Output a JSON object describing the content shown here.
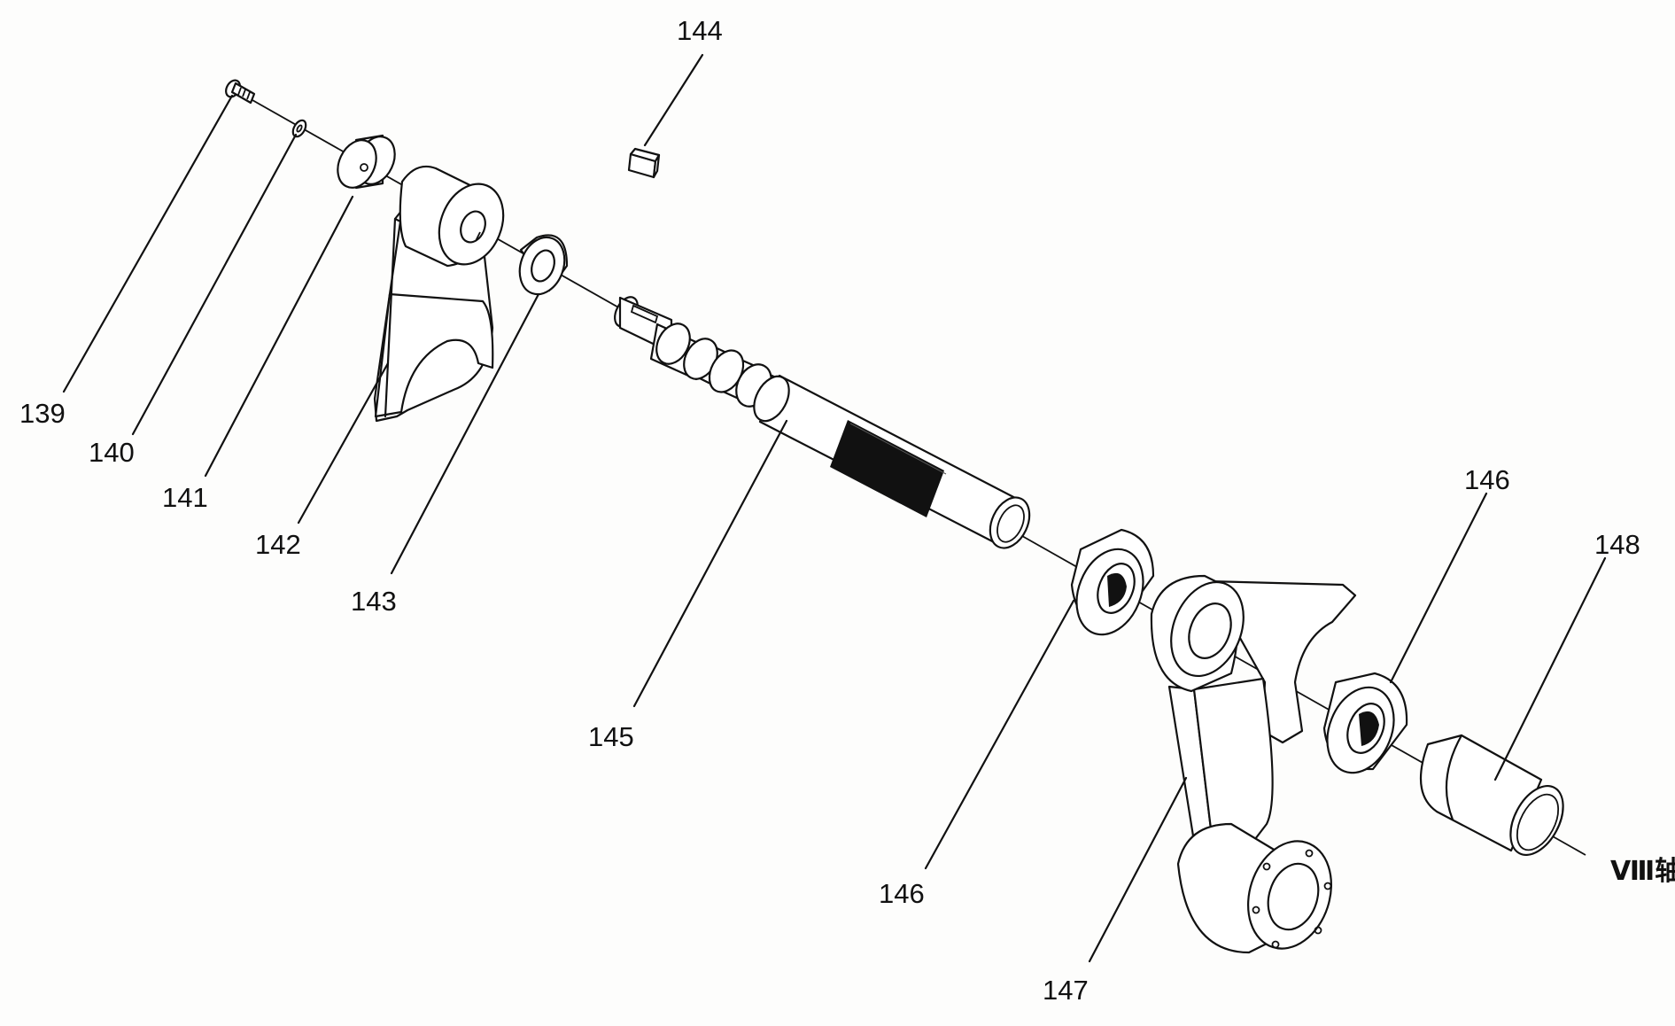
{
  "figure": {
    "axis_label": "Ⅷ轴",
    "parts": [
      {
        "id": "p139",
        "number": "139"
      },
      {
        "id": "p140",
        "number": "140"
      },
      {
        "id": "p141",
        "number": "141"
      },
      {
        "id": "p142",
        "number": "142"
      },
      {
        "id": "p143",
        "number": "143"
      },
      {
        "id": "p144",
        "number": "144"
      },
      {
        "id": "p145",
        "number": "145"
      },
      {
        "id": "p146a",
        "number": "146"
      },
      {
        "id": "p146b",
        "number": "146"
      },
      {
        "id": "p147",
        "number": "147"
      },
      {
        "id": "p148",
        "number": "148"
      }
    ]
  },
  "colors": {
    "line": "#111111",
    "paper": "#fdfdfc",
    "knurl": "#111111"
  }
}
